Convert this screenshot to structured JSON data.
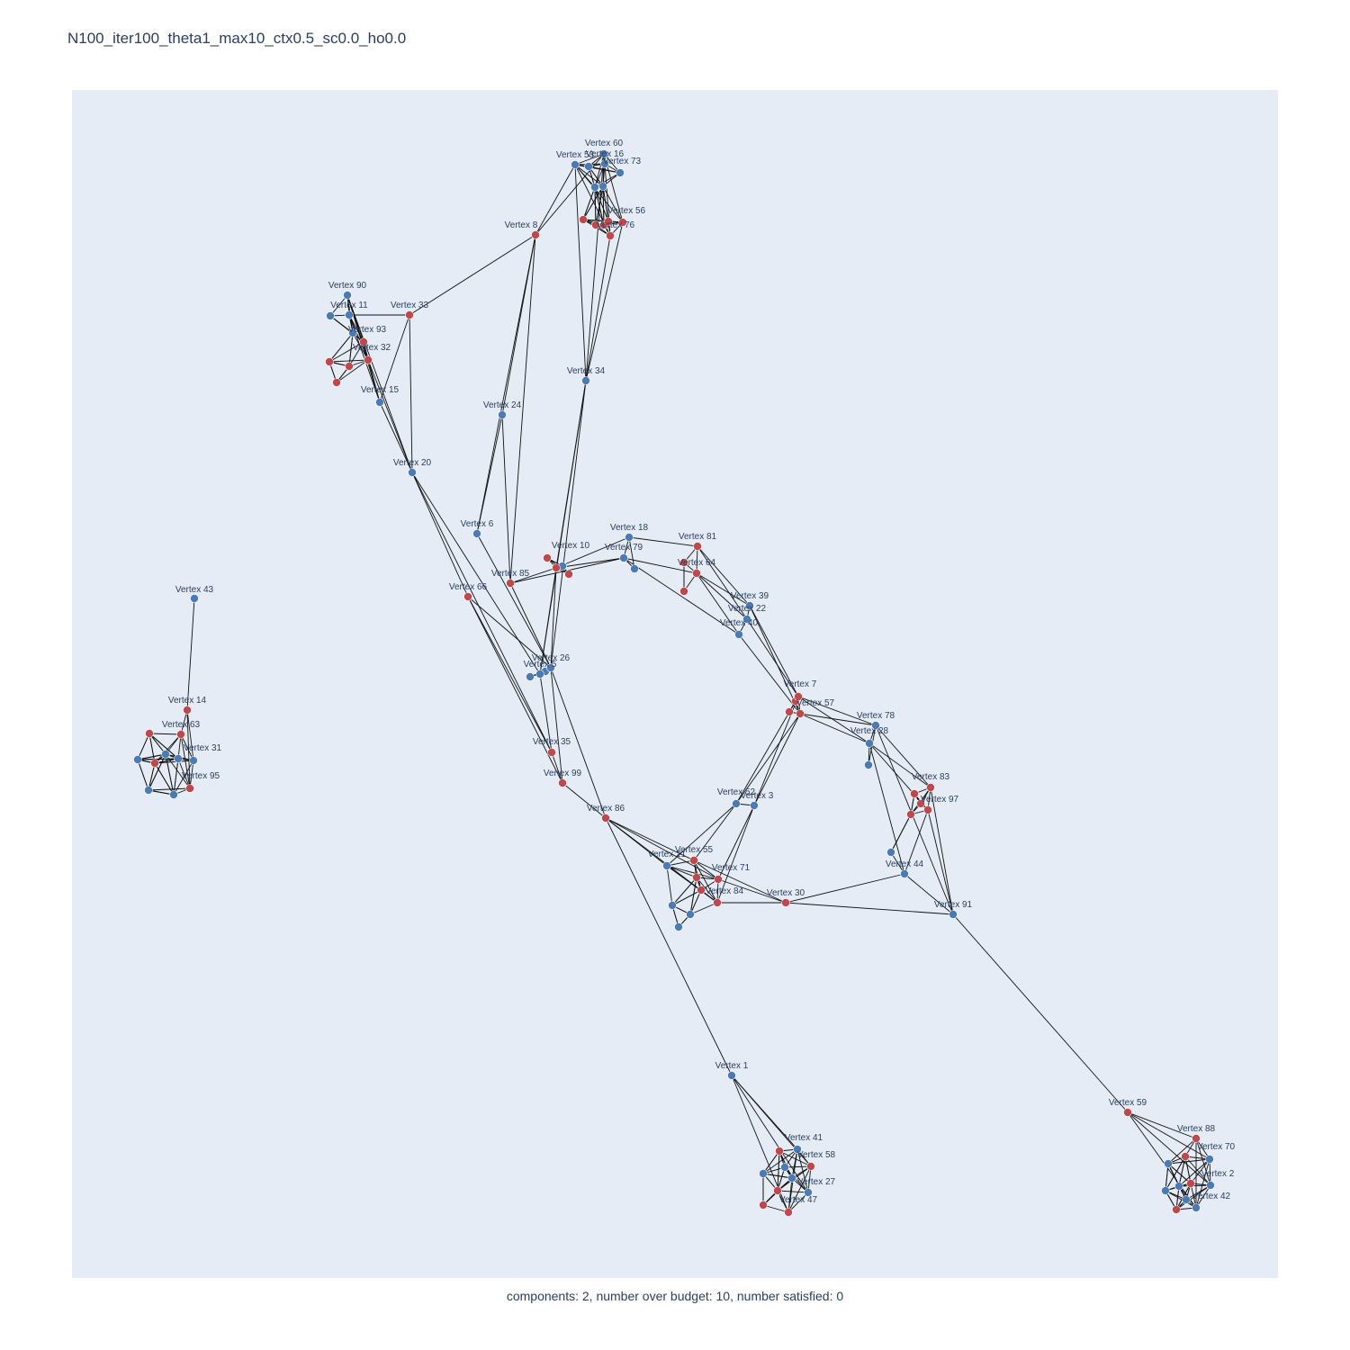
{
  "title": "N100_iter100_theta1_max10_ctx0.5_sc0.0_ho0.0",
  "caption": "components: 2, number over budget: 10, number satisfied: 0",
  "colors": {
    "plot_background": "#e5ecf6",
    "edge": "#111111",
    "satisfied_node": "#4a7bb7",
    "over_budget_node": "#c0474b",
    "text": "#2a3f5f"
  },
  "vertices": [
    {
      "id": 60,
      "label": "Vertex 60",
      "group": "blue"
    },
    {
      "id": 53,
      "label": "Vertex 53",
      "group": "blue"
    },
    {
      "id": 16,
      "label": "Vertex 16",
      "group": "blue"
    },
    {
      "id": 73,
      "label": "Vertex 73",
      "group": "blue"
    },
    {
      "id": 56,
      "label": "Vertex 56",
      "group": "red"
    },
    {
      "id": 76,
      "label": "Vertex 76",
      "group": "red"
    },
    {
      "id": 8,
      "label": "Vertex 8",
      "group": "red"
    },
    {
      "id": 90,
      "label": "Vertex 90",
      "group": "blue"
    },
    {
      "id": 11,
      "label": "Vertex 11",
      "group": "blue"
    },
    {
      "id": 33,
      "label": "Vertex 33",
      "group": "red"
    },
    {
      "id": 93,
      "label": "Vertex 93",
      "group": "red"
    },
    {
      "id": 32,
      "label": "Vertex 32",
      "group": "red"
    },
    {
      "id": 15,
      "label": "Vertex 15",
      "group": "blue"
    },
    {
      "id": 34,
      "label": "Vertex 34",
      "group": "blue"
    },
    {
      "id": 24,
      "label": "Vertex 24",
      "group": "blue"
    },
    {
      "id": 20,
      "label": "Vertex 20",
      "group": "blue"
    },
    {
      "id": 6,
      "label": "Vertex 6",
      "group": "blue"
    },
    {
      "id": 18,
      "label": "Vertex 18",
      "group": "blue"
    },
    {
      "id": 81,
      "label": "Vertex 81",
      "group": "red"
    },
    {
      "id": 10,
      "label": "Vertex 10",
      "group": "red"
    },
    {
      "id": 79,
      "label": "Vertex 79",
      "group": "blue"
    },
    {
      "id": 64,
      "label": "Vertex 64",
      "group": "red"
    },
    {
      "id": 85,
      "label": "Vertex 85",
      "group": "red"
    },
    {
      "id": 66,
      "label": "Vertex 66",
      "group": "red"
    },
    {
      "id": 43,
      "label": "Vertex 43",
      "group": "blue"
    },
    {
      "id": 39,
      "label": "Vertex 39",
      "group": "blue"
    },
    {
      "id": 22,
      "label": "Vertex 22",
      "group": "blue"
    },
    {
      "id": 40,
      "label": "Vertex 40",
      "group": "blue"
    },
    {
      "id": 26,
      "label": "Vertex 26",
      "group": "blue"
    },
    {
      "id": 5,
      "label": "Vertex 5",
      "group": "blue"
    },
    {
      "id": 7,
      "label": "Vertex 7",
      "group": "red"
    },
    {
      "id": 57,
      "label": "Vertex 57",
      "group": "red"
    },
    {
      "id": 78,
      "label": "Vertex 78",
      "group": "blue"
    },
    {
      "id": 28,
      "label": "Vertex 28",
      "group": "blue"
    },
    {
      "id": 14,
      "label": "Vertex 14",
      "group": "red"
    },
    {
      "id": 63,
      "label": "Vertex 63",
      "group": "red"
    },
    {
      "id": 31,
      "label": "Vertex 31",
      "group": "blue"
    },
    {
      "id": 95,
      "label": "Vertex 95",
      "group": "red"
    },
    {
      "id": 35,
      "label": "Vertex 35",
      "group": "red"
    },
    {
      "id": 99,
      "label": "Vertex 99",
      "group": "red"
    },
    {
      "id": 83,
      "label": "Vertex 83",
      "group": "red"
    },
    {
      "id": 97,
      "label": "Vertex 97",
      "group": "red"
    },
    {
      "id": 52,
      "label": "Vertex 52",
      "group": "blue"
    },
    {
      "id": 3,
      "label": "Vertex 3",
      "group": "blue"
    },
    {
      "id": 86,
      "label": "Vertex 86",
      "group": "red"
    },
    {
      "id": 21,
      "label": "Vertex 21",
      "group": "blue"
    },
    {
      "id": 55,
      "label": "Vertex 55",
      "group": "red"
    },
    {
      "id": 71,
      "label": "Vertex 71",
      "group": "red"
    },
    {
      "id": 84,
      "label": "Vertex 84",
      "group": "red"
    },
    {
      "id": 30,
      "label": "Vertex 30",
      "group": "red"
    },
    {
      "id": 44,
      "label": "Vertex 44",
      "group": "blue"
    },
    {
      "id": 91,
      "label": "Vertex 91",
      "group": "blue"
    },
    {
      "id": 1,
      "label": "Vertex 1",
      "group": "blue"
    },
    {
      "id": 59,
      "label": "Vertex 59",
      "group": "red"
    },
    {
      "id": 88,
      "label": "Vertex 88",
      "group": "red"
    },
    {
      "id": 41,
      "label": "Vertex 41",
      "group": "blue"
    },
    {
      "id": 70,
      "label": "Vertex 70",
      "group": "blue"
    },
    {
      "id": 58,
      "label": "Vertex 58",
      "group": "red"
    },
    {
      "id": 2,
      "label": "Vertex 2",
      "group": "blue"
    },
    {
      "id": 27,
      "label": "Vertex 27",
      "group": "blue"
    },
    {
      "id": 42,
      "label": "Vertex 42",
      "group": "blue"
    },
    {
      "id": 47,
      "label": "Vertex 47",
      "group": "red"
    }
  ]
}
